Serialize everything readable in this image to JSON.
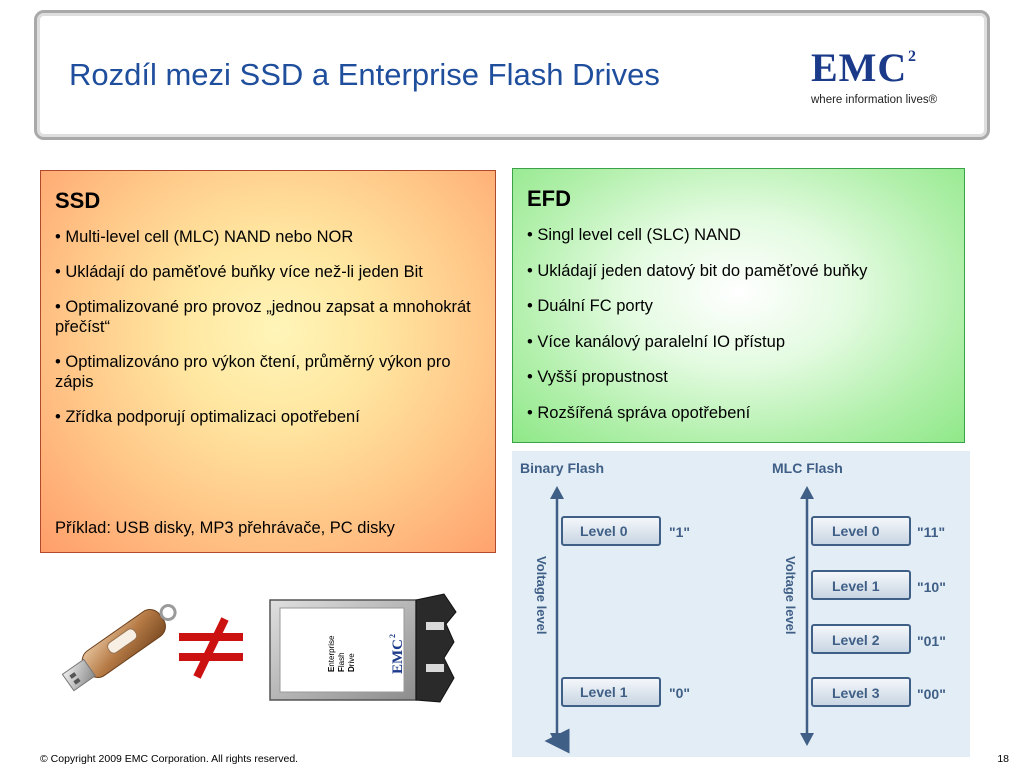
{
  "header": {
    "title": "Rozdíl mezi SSD a Enterprise Flash Drives",
    "logo": {
      "main": "EMC",
      "sup": "2",
      "tagline": "where information lives®"
    }
  },
  "ssd": {
    "title": "SSD",
    "items": [
      "• Multi-level cell (MLC) NAND nebo NOR",
      "• Ukládají do paměťové buňky více než-li jeden Bit",
      "• Optimalizované pro provoz „jednou zapsat a mnohokrát přečíst“",
      "• Optimalizováno pro výkon čtení, průměrný výkon pro zápis",
      "• Zřídka podporují optimalizaci opotřebení"
    ],
    "example": "Příklad: USB disky, MP3 přehrávače, PC disky"
  },
  "efd": {
    "title": "EFD",
    "items": [
      "• Singl level cell (SLC) NAND",
      "• Ukládají jeden datový bit do paměťové buňky",
      "• Duální FC porty",
      "• Více kanálový paralelní IO přístup",
      "• Vyšší propustnost",
      "• Rozšířená správa opotřebení"
    ]
  },
  "diagram": {
    "binary": {
      "title": "Binary Flash",
      "axis": "Voltage level",
      "levels": [
        {
          "label": "Level 0",
          "value": "\"1\""
        },
        {
          "label": "Level 1",
          "value": "\"0\""
        }
      ]
    },
    "mlc": {
      "title": "MLC Flash",
      "axis": "Voltage level",
      "levels": [
        {
          "label": "Level 0",
          "value": "\"11\""
        },
        {
          "label": "Level 1",
          "value": "\"10\""
        },
        {
          "label": "Level 2",
          "value": "\"01\""
        },
        {
          "label": "Level 3",
          "value": "\"00\""
        }
      ]
    }
  },
  "drive_label": {
    "e": "E",
    "e_rest": "nterprise",
    "f": "F",
    "f_rest": "lash",
    "d": "D",
    "d_rest": "rive",
    "brand": "EMC",
    "brand_sup": "2"
  },
  "colors": {
    "title": "#1f4e9d",
    "neq": "#cc1111",
    "diagram_box": "#3f5f86"
  },
  "footer": {
    "copyright": "© Copyright 2009 EMC Corporation. All rights reserved.",
    "page": "18"
  }
}
